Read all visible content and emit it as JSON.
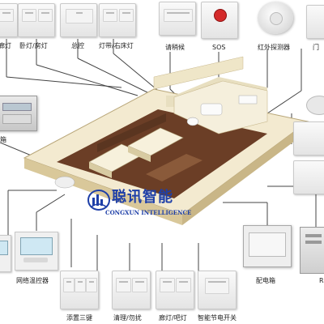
{
  "labels": {
    "light_l": "廊灯",
    "bath_room_light": "卧灯/房灯",
    "master": "总控",
    "curtain_bed": "灯带/右床灯",
    "doorbell": "请稍候",
    "sos": "SOS",
    "ir_detector": "红外探测器",
    "door": "门",
    "rcu": "箱",
    "network_thermostat": "网络温控器",
    "main_panel": "配电箱",
    "right_r": "R",
    "tri_switch": "添置三键",
    "clean_dnd": "清理/勿扰",
    "dual_light": "廊灯/吧灯",
    "smart_power": "智能节电开关"
  },
  "logo": {
    "name_cn": "聪讯智能",
    "name_en": "CONGXUN INTELLIGENCE"
  },
  "colors": {
    "logo_blue": "#1e3fa8",
    "wood": "#6b3e26",
    "wall": "#f1e7c9",
    "sos_red": "#d42a2a",
    "wire": "#444444"
  }
}
